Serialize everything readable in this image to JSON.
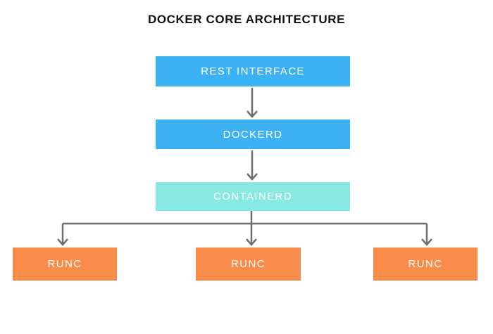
{
  "title": "DOCKER CORE ARCHITECTURE",
  "diagram": {
    "type": "flowchart",
    "direction": "top-down",
    "nodes": [
      {
        "id": "rest-interface",
        "label": "REST INTERFACE",
        "color": "#3cb1f4",
        "text_color": "#ffffff"
      },
      {
        "id": "dockerd",
        "label": "DOCKERD",
        "color": "#3cb1f4",
        "text_color": "#ffffff"
      },
      {
        "id": "containerd",
        "label": "CONTAINERD",
        "color": "#89e9e2",
        "text_color": "#ffffff"
      },
      {
        "id": "runc-1",
        "label": "RUNC",
        "color": "#f98c4b",
        "text_color": "#ffffff"
      },
      {
        "id": "runc-2",
        "label": "RUNC",
        "color": "#f98c4b",
        "text_color": "#ffffff"
      },
      {
        "id": "runc-3",
        "label": "RUNC",
        "color": "#f98c4b",
        "text_color": "#ffffff"
      }
    ],
    "edges": [
      {
        "from": "rest-interface",
        "to": "dockerd"
      },
      {
        "from": "dockerd",
        "to": "containerd"
      },
      {
        "from": "containerd",
        "to": "runc-1"
      },
      {
        "from": "containerd",
        "to": "runc-2"
      },
      {
        "from": "containerd",
        "to": "runc-3"
      }
    ],
    "colors": {
      "background": "#ffffff",
      "title_text": "#111111",
      "arrow": "#6e6e6e",
      "blue_node": "#3cb1f4",
      "cyan_node": "#89e9e2",
      "orange_node": "#f98c4b"
    }
  }
}
